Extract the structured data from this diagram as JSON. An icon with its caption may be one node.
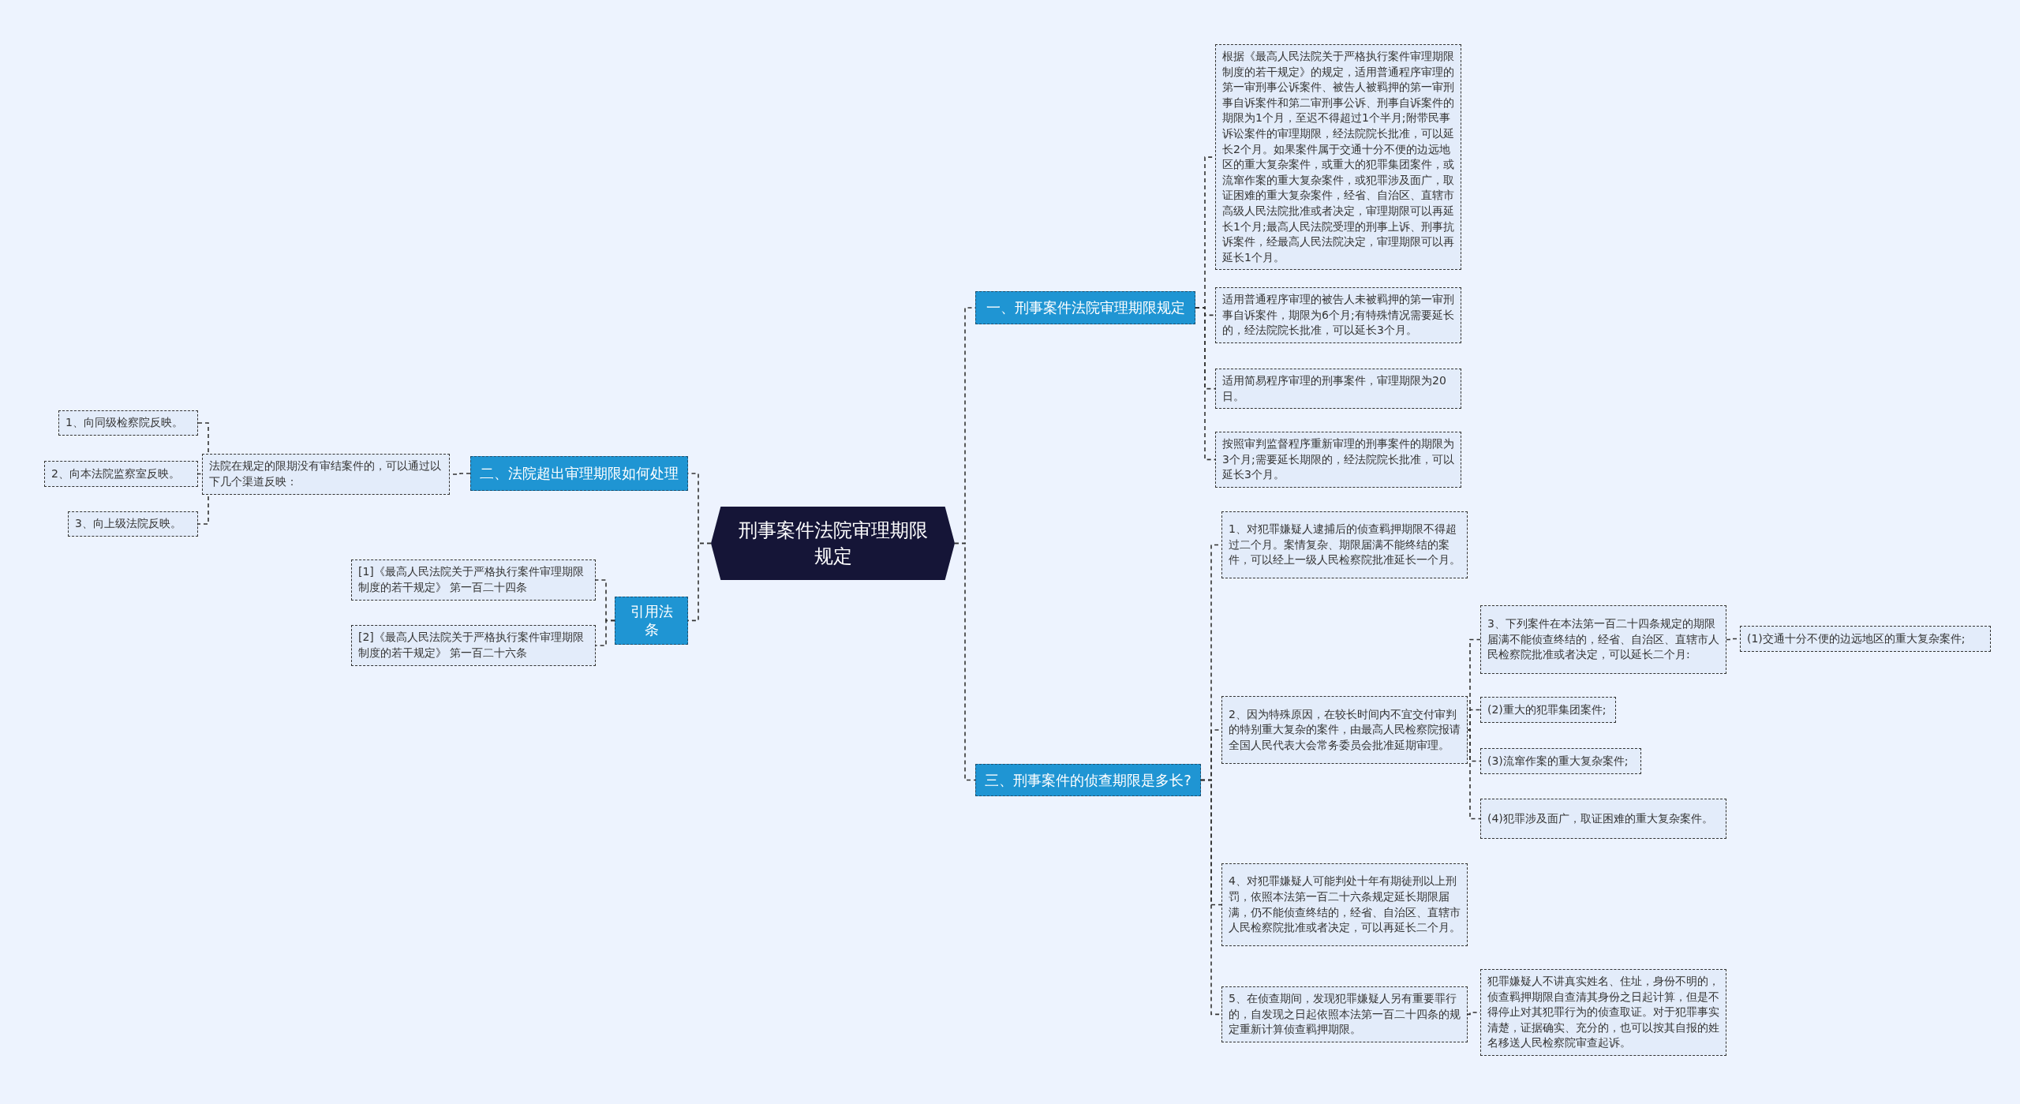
{
  "diagram": {
    "nodes": [
      {
        "text": [
          "刑事案件法院审理期限规定"
        ]
      },
      {
        "text": [
          "一、刑事案件法院审理期限规定"
        ]
      },
      {
        "text": [
          "根据《最高人民法院关于严格执行案件审理期限制度的若干规定》的规定，适用普通程序审理的第一审刑事公诉案件、被告人被羁押的第一审刑事自诉案件和第二审刑事公诉、刑事自诉案件的期限为1个月，至迟不得超过1个半月;附带民事诉讼案件的审理期限，经法院院长批准，可以延长2个月。如果案件属于交通十分不便的边远地区的重大复杂案件，或重大的犯罪集团案件，或流窜作案的重大复杂案件，或犯罪涉及面广，取证困难的重大复杂案件，经省、自治区、直辖市高级人民法院批准或者决定，审理期限可以再延长1个月;最高人民法院受理的刑事上诉、刑事抗诉案件，经最高人民法院决定，审理期限可以再延长1个月。"
        ]
      },
      {
        "text": [
          "适用普通程序审理的被告人未被羁押的第一审刑事自诉案件，期限为6个月;有特殊情况需要延长的，经法院院长批准，可以延长3个月。"
        ]
      },
      {
        "text": [
          "适用简易程序审理的刑事案件，审理期限为20日。"
        ]
      },
      {
        "text": [
          "按照审判监督程序重新审理的刑事案件的期限为3个月;需要延长期限的，经法院院长批准，可以延长3个月。"
        ]
      },
      {
        "text": [
          "三、刑事案件的侦查期限是多长?"
        ]
      },
      {
        "text": [
          "1、对犯罪嫌疑人逮捕后的侦查羁押期限不得超过二个月。案情复杂、期限届满不能终结的案件，可以经上一级人民检察院批准延长一个月。"
        ]
      },
      {
        "text": [
          "2、因为特殊原因，在较长时间内不宜交付审判的特别重大复杂的案件，由最高人民检察院报请全国人民代表大会常务委员会批准延期审理。"
        ]
      },
      {
        "text": [
          "3、下列案件在本法第一百二十四条规定的期限届满不能侦查终结的，经省、自治区、直辖市人民检察院批准或者决定，可以延长二个月:"
        ]
      },
      {
        "text": [
          "(1)交通十分不便的边远地区的重大复杂案件;"
        ]
      },
      {
        "text": [
          "(2)重大的犯罪集团案件;"
        ]
      },
      {
        "text": [
          "(3)流窜作案的重大复杂案件;"
        ]
      },
      {
        "text": [
          "(4)犯罪涉及面广，取证困难的重大复杂案件。"
        ]
      },
      {
        "text": [
          "4、对犯罪嫌疑人可能判处十年有期徒刑以上刑罚，依照本法第一百二十六条规定延长期限届满，仍不能侦查终结的，经省、自治区、直辖市人民检察院批准或者决定，可以再延长二个月。"
        ]
      },
      {
        "text": [
          "5、在侦查期间，发现犯罪嫌疑人另有重要罪行的，自发现之日起依照本法第一百二十四条的规定重新计算侦查羁押期限。"
        ]
      },
      {
        "text": [
          "犯罪嫌疑人不讲真实姓名、住址，身份不明的，侦查羁押期限自查清其身份之日起计算，但是不得停止对其犯罪行为的侦查取证。对于犯罪事实清楚，证据确实、充分的，也可以按其自报的姓名移送人民检察院审查起诉。"
        ]
      },
      {
        "text": [
          "二、法院超出审理期限如何处理"
        ]
      },
      {
        "text": [
          "法院在规定的限期没有审结案件的，可以通过以下几个渠道反映："
        ]
      },
      {
        "text": [
          "1、向同级检察院反映。"
        ]
      },
      {
        "text": [
          "2、向本法院监察室反映。"
        ]
      },
      {
        "text": [
          "3、向上级法院反映。"
        ]
      },
      {
        "text": [
          "引用法条"
        ]
      },
      {
        "text": [
          "[1]《最高人民法院关于严格执行案件审理期限制度的若干规定》 第一百二十四条"
        ]
      },
      {
        "text": [
          "[2]《最高人民法院关于严格执行案件审理期限制度的若干规定》 第一百二十六条"
        ]
      }
    ],
    "edges": [
      {
        "from": 0,
        "to": 1,
        "arrow": "none"
      },
      {
        "from": 0,
        "to": 6,
        "arrow": "none"
      },
      {
        "from": 0,
        "to": 17,
        "arrow": "none"
      },
      {
        "from": 0,
        "to": 22,
        "arrow": "none"
      },
      {
        "from": 1,
        "to": 2,
        "arrow": "none"
      },
      {
        "from": 1,
        "to": 3,
        "arrow": "none"
      },
      {
        "from": 1,
        "to": 4,
        "arrow": "none"
      },
      {
        "from": 1,
        "to": 5,
        "arrow": "none"
      },
      {
        "from": 6,
        "to": 7,
        "arrow": "none"
      },
      {
        "from": 6,
        "to": 8,
        "arrow": "none"
      },
      {
        "from": 6,
        "to": 14,
        "arrow": "none"
      },
      {
        "from": 6,
        "to": 15,
        "arrow": "none"
      },
      {
        "from": 8,
        "to": 9,
        "arrow": "none"
      },
      {
        "from": 9,
        "to": 10,
        "arrow": "none"
      },
      {
        "from": 8,
        "to": 11,
        "arrow": "none"
      },
      {
        "from": 8,
        "to": 12,
        "arrow": "none"
      },
      {
        "from": 8,
        "to": 13,
        "arrow": "none"
      },
      {
        "from": 15,
        "to": 16,
        "arrow": "none"
      },
      {
        "from": 17,
        "to": 18,
        "arrow": "none"
      },
      {
        "from": 18,
        "to": 19,
        "arrow": "none"
      },
      {
        "from": 18,
        "to": 20,
        "arrow": "none"
      },
      {
        "from": 18,
        "to": 21,
        "arrow": "none"
      },
      {
        "from": 22,
        "to": 23,
        "arrow": "none"
      },
      {
        "from": 22,
        "to": 24,
        "arrow": "none"
      }
    ]
  }
}
